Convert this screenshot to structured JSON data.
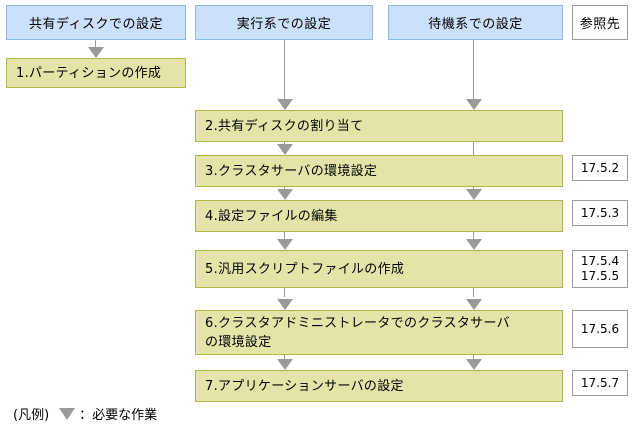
{
  "diagram": {
    "columns": [
      {
        "id": "shared-disk",
        "label": "共有ディスクでの設定"
      },
      {
        "id": "active-system",
        "label": "実行系での設定"
      },
      {
        "id": "standby-system",
        "label": "待機系での設定"
      },
      {
        "id": "reference",
        "label": "参照先"
      }
    ],
    "left_steps": [
      {
        "id": "step-1",
        "label": "1.パーティションの作成"
      }
    ],
    "main_steps": [
      {
        "id": "step-2",
        "label": "2.共有ディスクの割り当て",
        "reference": ""
      },
      {
        "id": "step-3",
        "label": "3.クラスタサーバの環境設定",
        "reference": "17.5.2"
      },
      {
        "id": "step-4",
        "label": "4.設定ファイルの編集",
        "reference": "17.5.3"
      },
      {
        "id": "step-5",
        "label": "5.汎用スクリプトファイルの作成",
        "reference": "17.5.4\n17.5.5"
      },
      {
        "id": "step-6",
        "label": "6.クラスタアドミニストレータでのクラスタサーバ\n  の環境設定",
        "reference": "17.5.6"
      },
      {
        "id": "step-7",
        "label": "7.アプリケーションサーバの設定",
        "reference": "17.5.7"
      }
    ],
    "legend": {
      "prefix": "(凡例)",
      "arrow_icon": "down-triangle-icon",
      "separator": "：",
      "text": "必要な作業"
    },
    "colors": {
      "header_fill": "#cbe0fa",
      "header_border": "#8fb7e0",
      "step_fill": "#e4e4a9",
      "step_border": "#b5b54e",
      "connector": "#9a9a9a",
      "ref_border": "#9b9b9b"
    }
  }
}
